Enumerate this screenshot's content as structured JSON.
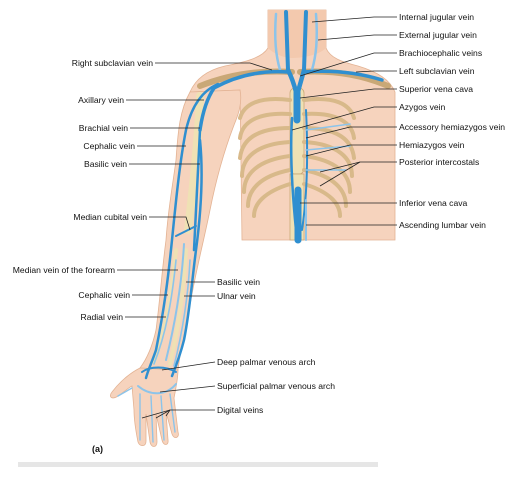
{
  "figure": {
    "panel_label": "(a)",
    "colors": {
      "skin": "#f6d3bd",
      "skin_shadow": "#e8b99c",
      "bone": "#efe1b4",
      "bone_outline": "#c9a877",
      "vein": "#2f8fd0",
      "vein_light": "#8cc4ea",
      "text": "#111111"
    },
    "labels_right_top": [
      "Internal jugular vein",
      "External jugular vein",
      "Brachiocephalic veins",
      "Left subclavian vein",
      "Superior vena cava",
      "Azygos vein",
      "Accessory hemiazygos vein",
      "Hemiazygos vein",
      "Posterior intercostals",
      "Inferior vena cava",
      "Ascending lumbar vein"
    ],
    "labels_left": [
      "Right subclavian vein",
      "Axillary vein",
      "Brachial vein",
      "Cephalic vein",
      "Basilic vein",
      "Median cubital vein",
      "Median vein of the forearm",
      "Cephalic vein",
      "Radial vein"
    ],
    "labels_arm_right": [
      "Basilic vein",
      "Ulnar vein",
      "Deep palmar venous arch",
      "Superficial palmar venous arch",
      "Digital veins"
    ]
  }
}
